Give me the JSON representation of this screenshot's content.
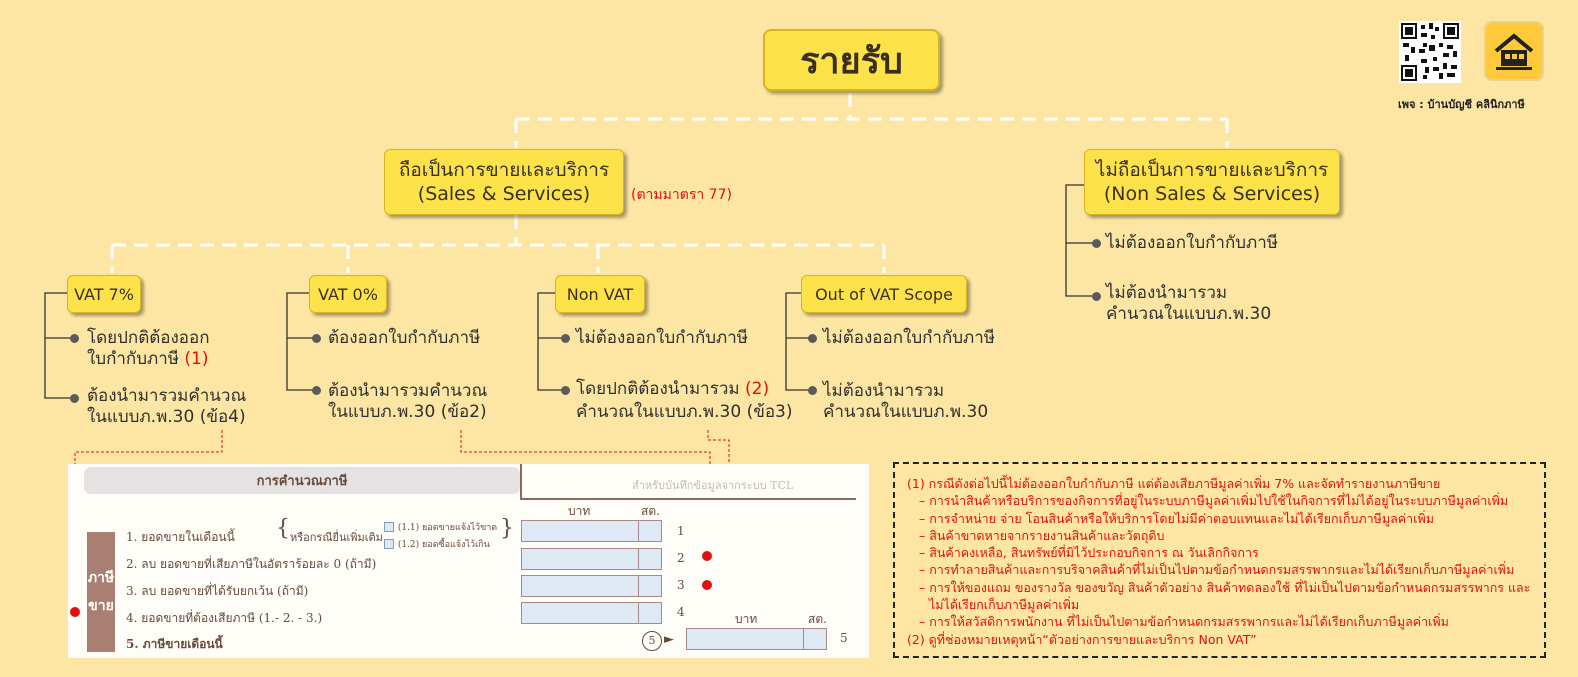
{
  "root": {
    "label": "รายรับ"
  },
  "sales": {
    "th": "ถือเป็นการขายและบริการ",
    "en": "(Sales & Services)",
    "note": "(ตามมาตรา 77)"
  },
  "nonsales": {
    "th": "ไม่ถือเป็นการขายและบริการ",
    "en": "(Non Sales & Services)",
    "items": [
      "ไม่ต้องออกใบกำกับภาษี",
      "ไม่ต้องนำมารวม",
      "คำนวณในแบบภ.พ.30"
    ]
  },
  "vat7": {
    "label": "VAT 7%",
    "i1a": "โดยปกติต้องออก",
    "i1b": "ใบกำกับภาษี",
    "i1ref": "(1)",
    "i2a": "ต้องนำมารวมคำนวณ",
    "i2b": "ในแบบภ.พ.30 (ข้อ4)"
  },
  "vat0": {
    "label": "VAT 0%",
    "i1": "ต้องออกใบกำกับภาษี",
    "i2a": "ต้องนำมารวมคำนวณ",
    "i2b": "ในแบบภ.พ.30 (ข้อ2)"
  },
  "nonvat": {
    "label": "Non VAT",
    "i1": "ไม่ต้องออกใบกำกับภาษี",
    "i2a": "โดยปกติต้องนำมารวม",
    "i2ref": "(2)",
    "i2b": "คำนวณในแบบภ.พ.30 (ข้อ3)"
  },
  "outvat": {
    "label": "Out of VAT Scope",
    "i1": "ไม่ต้องออกใบกำกับภาษี",
    "i2a": "ไม่ต้องนำมารวม",
    "i2b": "คำนวณในแบบภ.พ.30"
  },
  "form": {
    "header": "การคำนวณภาษี",
    "tcl": "สำหรับบันทึกข้อมูลจากระบบ TCL",
    "baht": "บาท",
    "satang": "สต.",
    "side1": "ภาษี",
    "side2": "ขาย",
    "r1": "1.  ยอดขายในเดือนนี้",
    "r1opt": "หรือกรณียื่นเพิ่มเติม",
    "r1a": "(1.1) ยอดขายแจ้งไว้ขาด",
    "r1b": "(1.2) ยอดซื้อแจ้งไว้เกิน",
    "r2": "2.  ลบ ยอดขายที่เสียภาษีในอัตราร้อยละ 0 (ถ้ามี)",
    "r3": "3.  ลบ ยอดขายที่ได้รับยกเว้น (ถ้ามี)",
    "r4": "4.  ยอดขายที่ต้องเสียภาษี (1.- 2. - 3.)",
    "r5": "5.  ภาษีขายเดือนนี้",
    "n1": "1",
    "n2": "2",
    "n3": "3",
    "n4": "4",
    "n5": "5",
    "circ5": "5"
  },
  "notes": {
    "n1": "(1) กรณีดังต่อไปนี้ไม่ต้องออกใบกำกับภาษี แต่ต้องเสียภาษีมูลค่าเพิ่ม 7% และจัดทำรายงานภาษีขาย",
    "subs": [
      "– การนำสินค้าหรือบริการของกิจการที่อยู่ในระบบภาษีมูลค่าเพิ่มไปใช้ในกิจการที่ไม่ได้อยู่ในระบบภาษีมูลค่าเพิ่ม",
      "– การจำหน่าย จ่าย โอนสินค้าหรือให้บริการโดยไม่มีค่าตอบแทนและไม่ได้เรียกเก็บภาษีมูลค่าเพิ่ม",
      "– สินค้าขาดหายจากรายงานสินค้าและวัตถุดิบ",
      "– สินค้าคงเหลือ, สินทรัพย์ที่มิไว้ประกอบกิจการ ณ วันเลิกกิจการ",
      "– การทำลายสินค้าและการบริจาคสินค้าที่ไม่เป็นไปตามข้อกำหนดกรมสรรพากรและไม่ได้เรียกเก็บภาษีมูลค่าเพิ่ม",
      "– การให้ของแถม ของรางวัล ของขวัญ สินค้าตัวอย่าง สินค้าทดลองใช้ ที่ไม่เป็นไปตามข้อกำหนดกรมสรรพากร และไม่ได้เรียกเก็บภาษีมูลค่าเพิ่ม",
      "– การให้สวัสดิการพนักงาน ที่ไม่เป็นไปตามข้อกำหนดกรมสรรพากรและไม่ได้เรียกเก็บภาษีมูลค่าเพิ่ม"
    ],
    "n2": "(2) ดูที่ช่องหมายเหตุหน้า“ตัวอย่างการขายและบริการ Non VAT”"
  },
  "credit": "เพจ : บ้านบัญชี คลินิกภาษี",
  "colors": {
    "background": "#fde6a3",
    "box": "#fde24a",
    "red": "#e01010"
  }
}
